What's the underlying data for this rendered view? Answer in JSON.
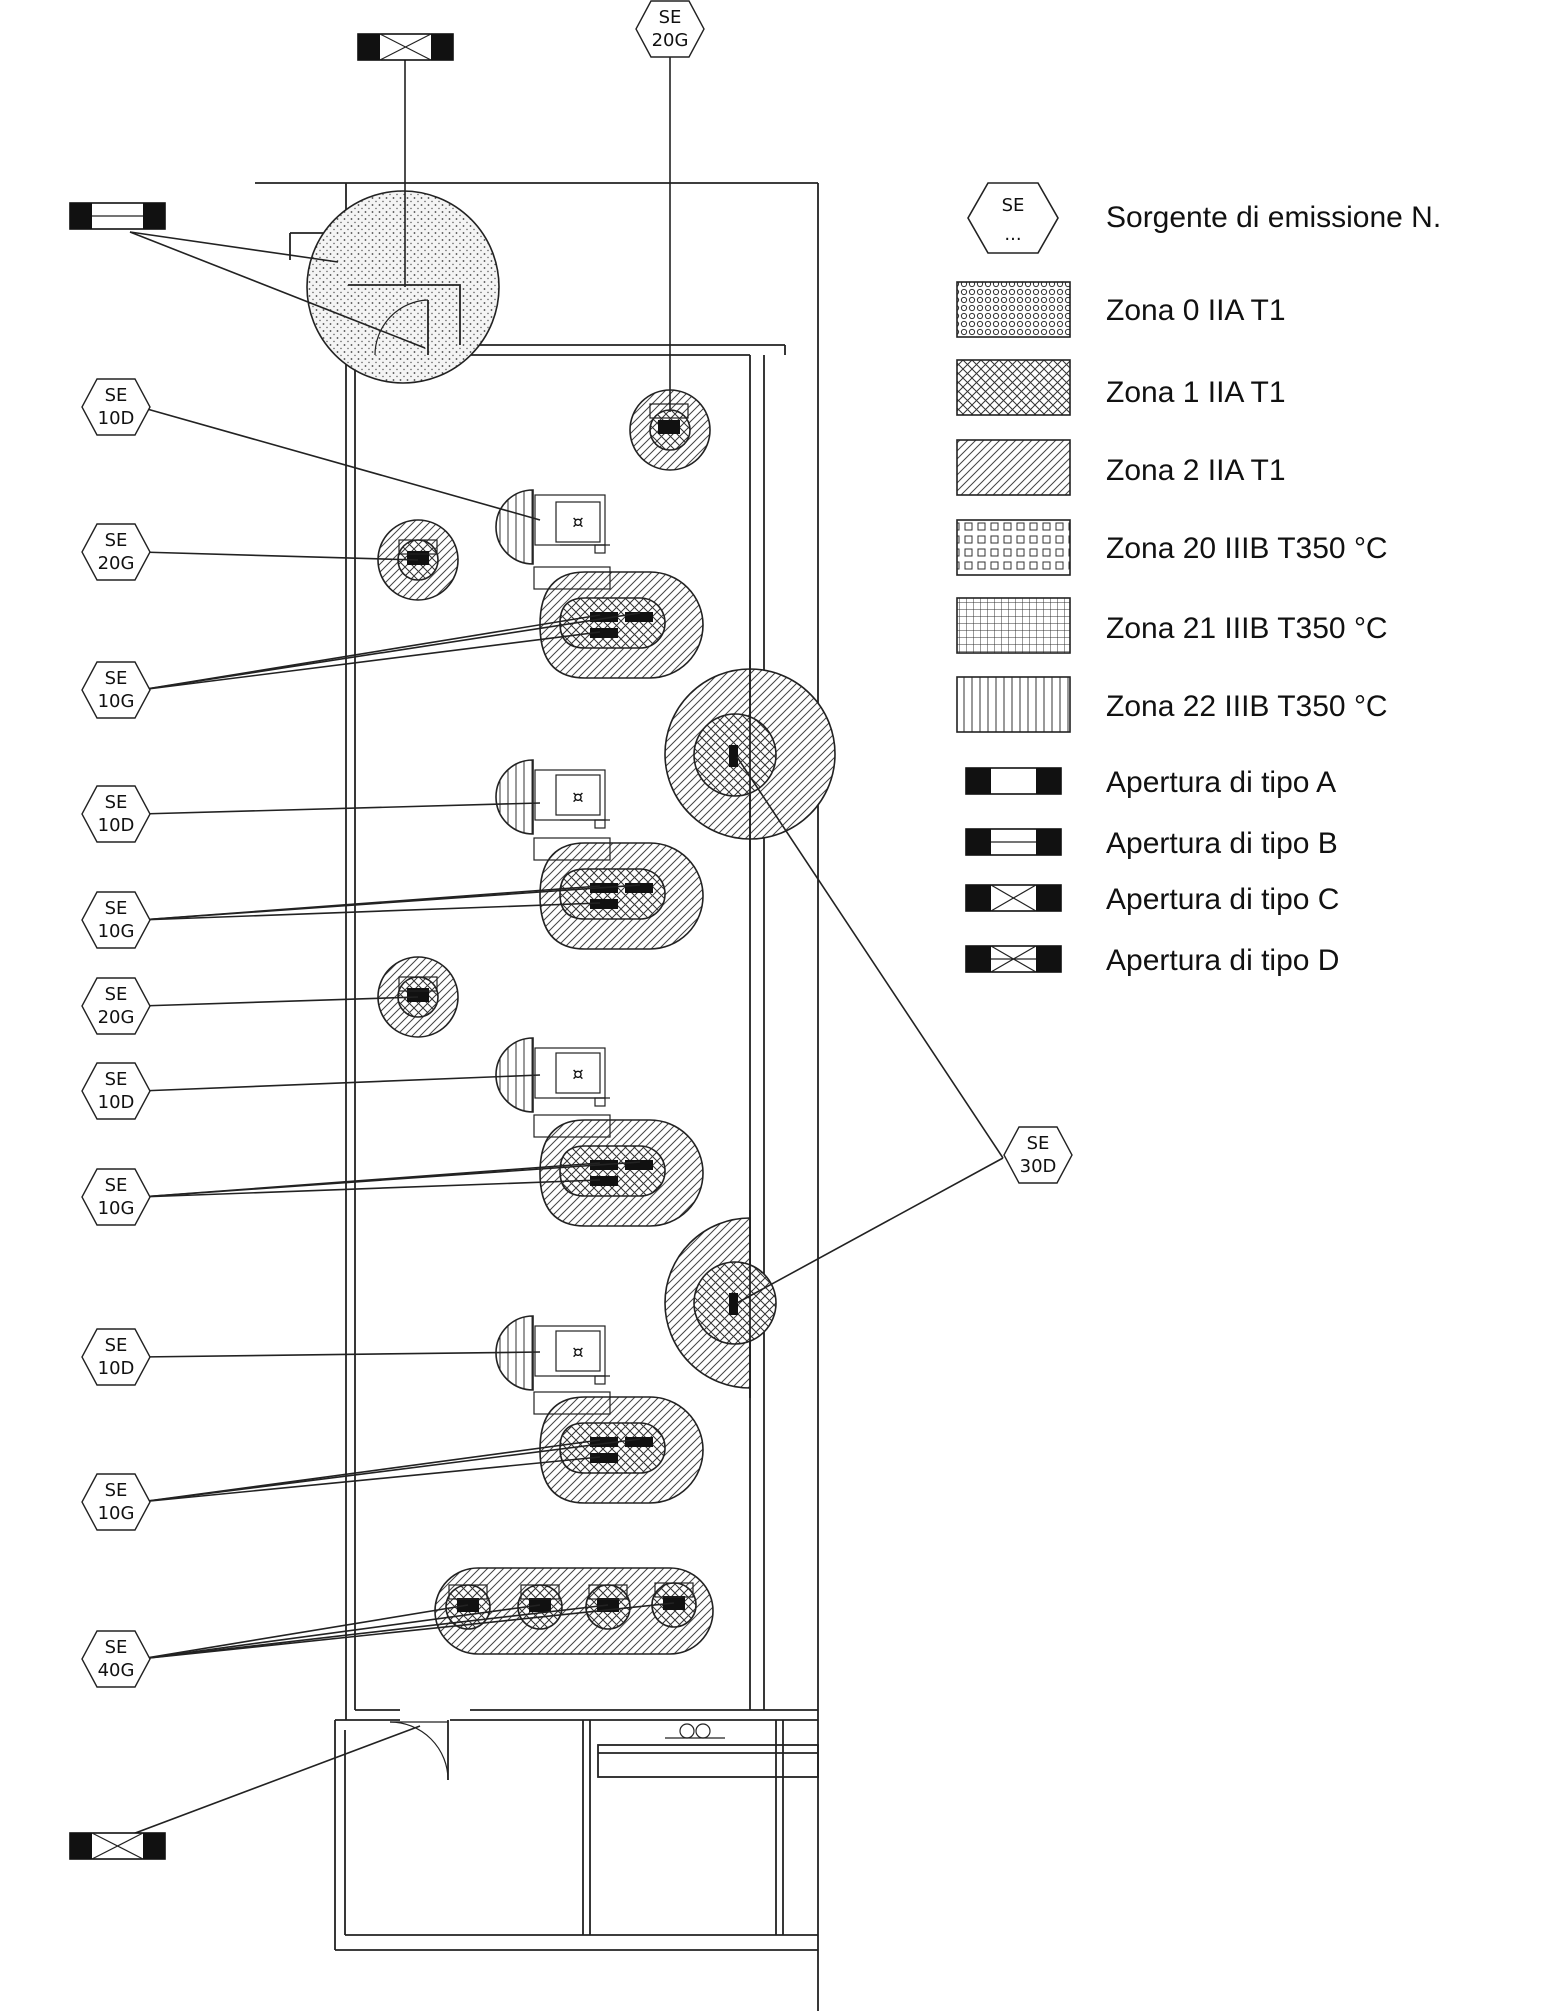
{
  "legend": {
    "source_label": "Sorgente di emissione N.",
    "source_symbol_line1": "SE",
    "source_symbol_line2": "...",
    "zone0": "Zona 0 IIA T1",
    "zone1": "Zona 1 IIA T1",
    "zone2": "Zona 2 IIA T1",
    "zone20": "Zona 20 IIIB T350 °C",
    "zone21": "Zona 21 IIIB T350 °C",
    "zone22": "Zona 22 IIIB T350 °C",
    "openA": "Apertura di tipo A",
    "openB": "Apertura di tipo B",
    "openC": "Apertura di tipo C",
    "openD": "Apertura di tipo D"
  },
  "tags": {
    "se": "SE",
    "t20g": "20G",
    "t10d": "10D",
    "t10g": "10G",
    "t30d": "30D",
    "t40g": "40G"
  }
}
